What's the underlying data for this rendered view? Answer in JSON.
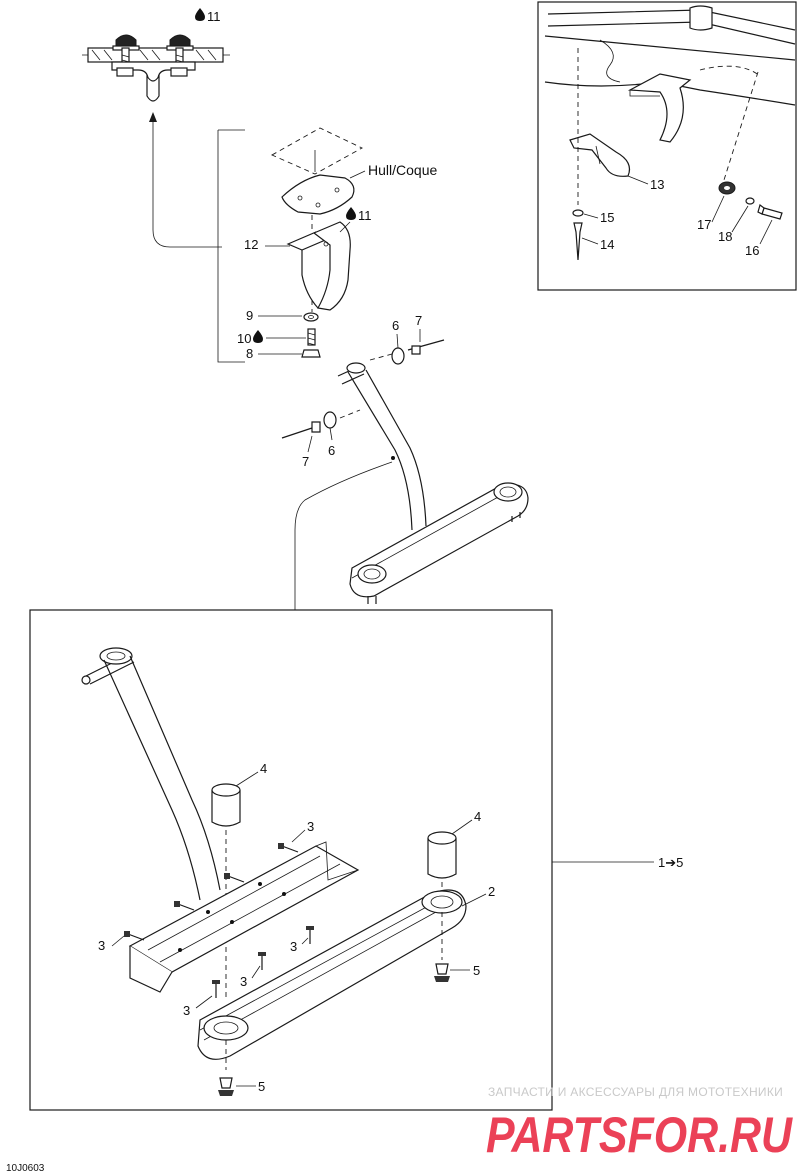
{
  "callouts": {
    "c1": "1",
    "c2": "2",
    "c3": "3",
    "c4": "4",
    "c5": "5",
    "c6": "6",
    "c7": "7",
    "c8": "8",
    "c9": "9",
    "c10": "10",
    "c11": "11",
    "c12": "12",
    "c13": "13",
    "c14": "14",
    "c15": "15",
    "c16": "16",
    "c17": "17",
    "c18": "18"
  },
  "range_label": "1➔5",
  "hull_label": "Hull/Coque",
  "drawing_code": "10J0603",
  "watermark": {
    "caption": "ЗАПЧАСТИ И АКСЕССУАРЫ ДЛЯ МОТОТЕХНИКИ",
    "logo_text": "PARTSFOR.RU",
    "color": "#e8213a"
  },
  "icons": {
    "lubricant": "oil-drop-icon",
    "arrow": "right-arrow-icon"
  }
}
